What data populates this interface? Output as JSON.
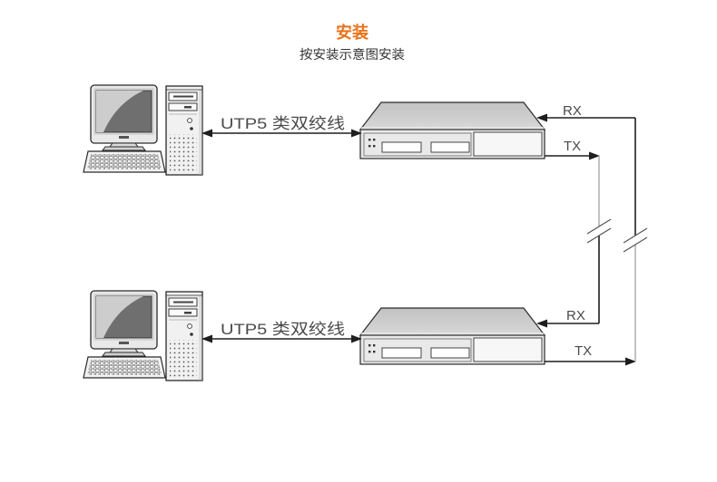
{
  "header": {
    "title": "安装",
    "subtitle": "按安装示意图安装"
  },
  "colors": {
    "accent": "#e8731a",
    "label": "#4a4a4a"
  },
  "icons": {
    "computer": "desktop-computer-icon",
    "device": "network-device-icon",
    "break_mark": "line-break-icon"
  },
  "links": [
    {
      "cable_label": "UTP5 类双绞线",
      "rx_label": "RX",
      "tx_label": "TX"
    },
    {
      "cable_label": "UTP5 类双绞线",
      "rx_label": "RX",
      "tx_label": "TX"
    }
  ]
}
